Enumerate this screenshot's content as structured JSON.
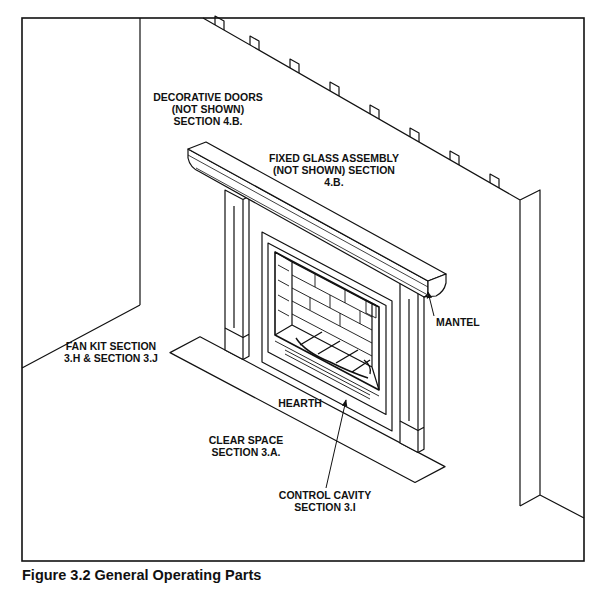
{
  "diagram": {
    "caption": "Figure 3.2 General Operating Parts",
    "labels": [
      "DECORATIVE DOORS (NOT SHOWN) SECTION 4.B.",
      "FIXED GLASS ASSEMBLY (NOT SHOWN) SECTION 4.B.",
      "MANTEL",
      "FAN KIT SECTION 3.H & SECTION 3.J",
      "HEARTH",
      "CLEAR SPACE SECTION 3.A.",
      "CONTROL CAVITY SECTION 3.I"
    ]
  }
}
